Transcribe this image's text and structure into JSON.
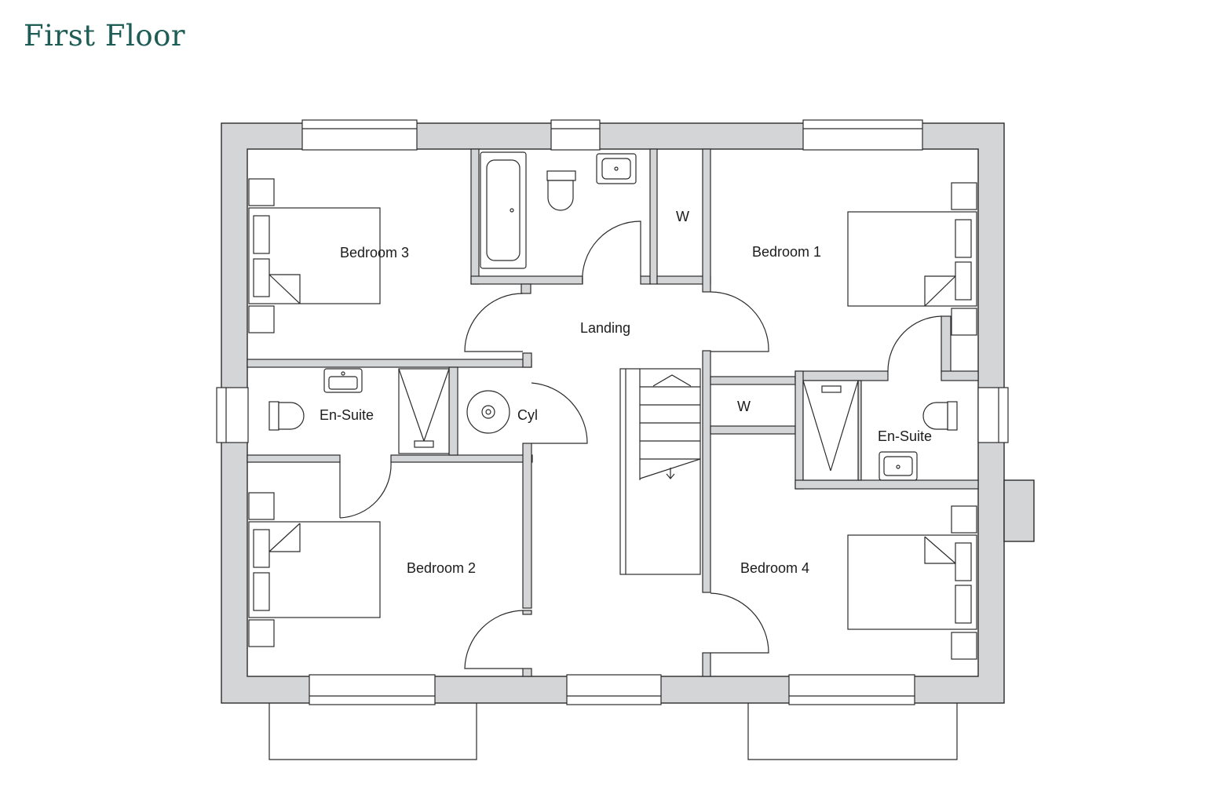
{
  "title": "First Floor",
  "labels": {
    "bedroom1": "Bedroom 1",
    "bedroom2": "Bedroom 2",
    "bedroom3": "Bedroom 3",
    "bedroom4": "Bedroom 4",
    "landing": "Landing",
    "ensuite_left": "En-Suite",
    "ensuite_right": "En-Suite",
    "cylinder": "Cyl",
    "wardrobe_upper": "W",
    "wardrobe_lower": "W"
  },
  "colors": {
    "title": "#1e5d55",
    "wall_fill": "#d4d5d7",
    "line": "#2b2b2b"
  }
}
